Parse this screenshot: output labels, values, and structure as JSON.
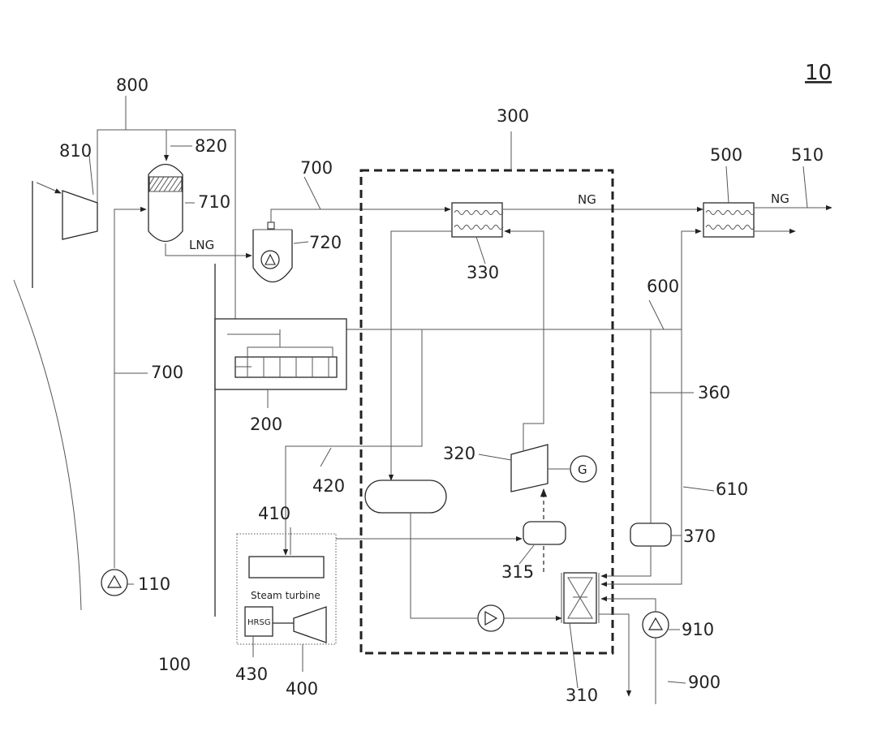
{
  "figure_number": "10",
  "labels": {
    "l100": "100",
    "l110": "110",
    "l200": "200",
    "l300": "300",
    "l310": "310",
    "l315": "315",
    "l320": "320",
    "l330": "330",
    "l360": "360",
    "l370": "370",
    "l400": "400",
    "l410": "410",
    "l420": "420",
    "l430": "430",
    "l500": "500",
    "l510": "510",
    "l600": "600",
    "l610": "610",
    "l700a": "700",
    "l700b": "700",
    "l710": "710",
    "l720": "720",
    "l800": "800",
    "l810": "810",
    "l820": "820",
    "l900": "900",
    "l910": "910"
  },
  "stream_text": {
    "lng": "LNG",
    "ng1": "NG",
    "ng2": "NG",
    "generator": "G",
    "steam_turbine": "Steam turbine",
    "hrsg": "HRSG"
  }
}
